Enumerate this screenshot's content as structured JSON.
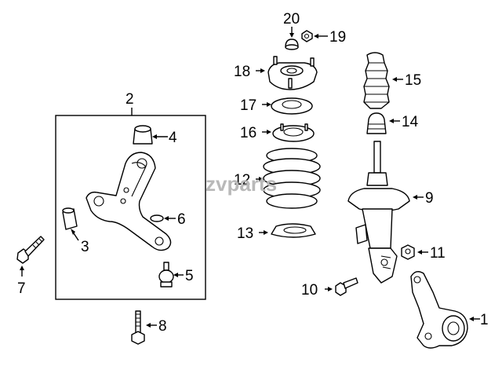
{
  "labels": {
    "p1": "1",
    "p2": "2",
    "p3": "3",
    "p4": "4",
    "p5": "5",
    "p6": "6",
    "p7": "7",
    "p8": "8",
    "p9": "9",
    "p10": "10",
    "p11": "11",
    "p12": "12",
    "p13": "13",
    "p14": "14",
    "p15": "15",
    "p16": "16",
    "p17": "17",
    "p18": "18",
    "p19": "19",
    "p20": "20"
  },
  "watermark": "zvparts"
}
